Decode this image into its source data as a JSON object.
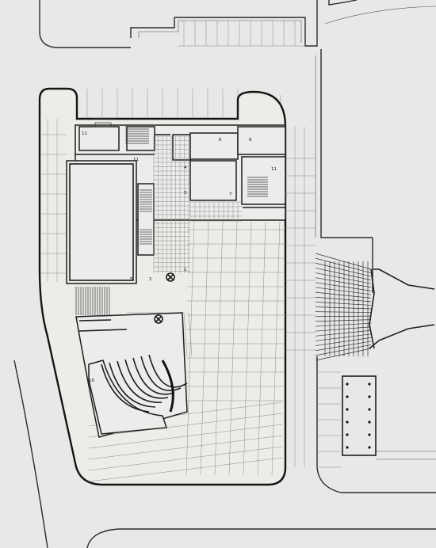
{
  "room_numbers": [
    {
      "id": "r11a",
      "text": "11"
    },
    {
      "id": "r11b",
      "text": "11"
    },
    {
      "id": "r6",
      "text": "6"
    },
    {
      "id": "r8",
      "text": "8"
    },
    {
      "id": "r11c",
      "text": "11"
    },
    {
      "id": "r4",
      "text": "4"
    },
    {
      "id": "r3",
      "text": "3"
    },
    {
      "id": "r7",
      "text": "7"
    },
    {
      "id": "r1",
      "text": "1"
    },
    {
      "id": "r5",
      "text": "5"
    },
    {
      "id": "r2",
      "text": "2"
    },
    {
      "id": "r10",
      "text": "10"
    }
  ]
}
